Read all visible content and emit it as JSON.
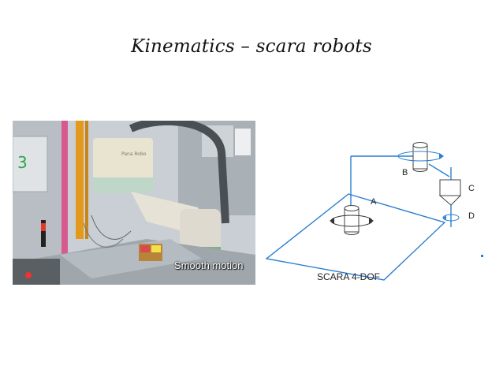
{
  "slide": {
    "title": "Kinematics – scara robots"
  },
  "photo": {
    "robot_brand": "Pana Robo",
    "caption": "Smooth motion",
    "sign_digit": "3"
  },
  "diagram": {
    "label_a": "A",
    "label_b": "B",
    "label_c": "C",
    "label_d": "D",
    "caption": "SCARA 4-DOF",
    "line_color": "#2c7fd0"
  }
}
